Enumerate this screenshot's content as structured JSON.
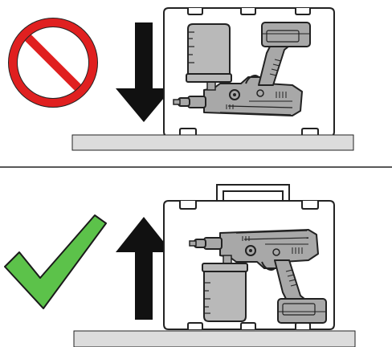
{
  "image": {
    "kind": "packing-orientation-instruction",
    "panels": [
      {
        "id": "incorrect",
        "status_icon": "prohibition-icon",
        "direction_icon": "arrow-down-icon",
        "case_orientation": "upside-down",
        "verdict": "wrong"
      },
      {
        "id": "correct",
        "status_icon": "checkmark-icon",
        "direction_icon": "arrow-up-icon",
        "case_orientation": "upright",
        "verdict": "right"
      }
    ]
  },
  "colors": {
    "prohibit_red": "#e02020",
    "check_green": "#5cc24a",
    "check_outline": "#1a1a1a",
    "shelf_gray": "#dcdcdc",
    "tool_gray": "#a8a8a8",
    "cup_gray": "#b9b9b9",
    "line": "#222222"
  }
}
